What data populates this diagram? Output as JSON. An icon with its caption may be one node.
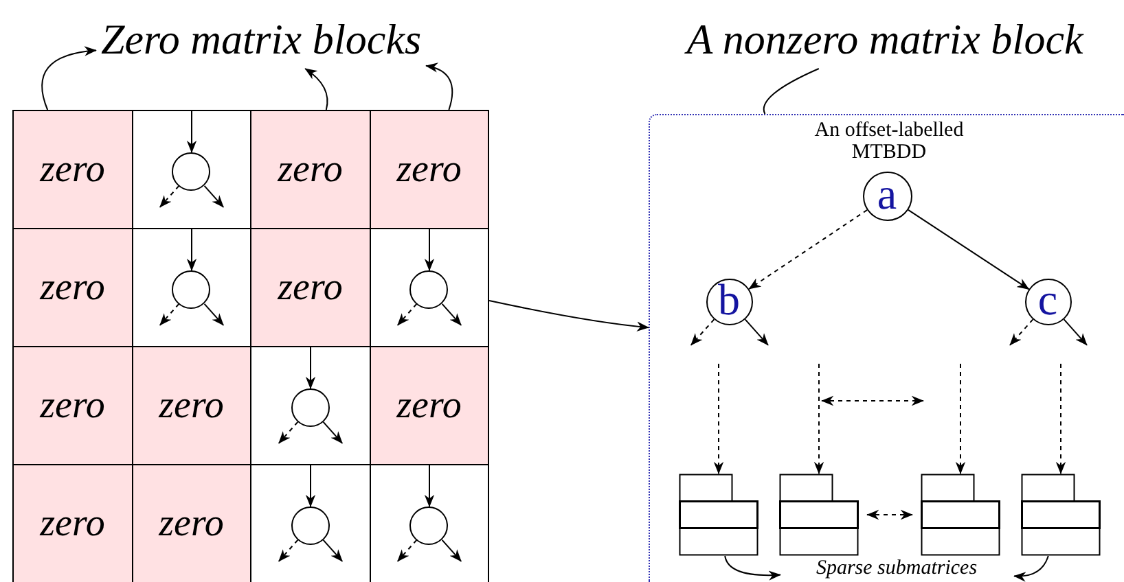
{
  "diagram": {
    "nodes": [
      {
        "text": [
          "Zero matrix blocks"
        ]
      },
      {
        "text": [
          "A nonzero matrix block"
        ]
      },
      {
        "text": [
          "zero"
        ]
      },
      {
        "text": [],
        "shape": "box"
      },
      {
        "text": [],
        "shape": "circle",
        "in": 3
      },
      {
        "text": [
          "zero"
        ]
      },
      {
        "text": [
          "zero"
        ]
      },
      {
        "text": [
          "zero"
        ]
      },
      {
        "text": [],
        "shape": "box"
      },
      {
        "text": [],
        "shape": "circle",
        "in": 8
      },
      {
        "text": [
          "zero"
        ]
      },
      {
        "text": [],
        "shape": "box"
      },
      {
        "text": [],
        "shape": "circle",
        "in": 11
      },
      {
        "text": [
          "zero"
        ]
      },
      {
        "text": [
          "zero"
        ]
      },
      {
        "text": [],
        "shape": "box"
      },
      {
        "text": [],
        "shape": "circle",
        "in": 15
      },
      {
        "text": [
          "zero"
        ]
      },
      {
        "text": [
          "zero"
        ]
      },
      {
        "text": [
          "zero"
        ]
      },
      {
        "text": [],
        "shape": "box"
      },
      {
        "text": [],
        "shape": "circle",
        "in": 20
      },
      {
        "text": [],
        "shape": "box"
      },
      {
        "text": [],
        "shape": "circle",
        "in": 22
      },
      {
        "text": [
          "An offset-labelled MTBDD"
        ]
      },
      {
        "text": [
          "a"
        ],
        "in": 24
      },
      {
        "text": [
          "b"
        ],
        "in": 24
      },
      {
        "text": [
          "c"
        ],
        "in": 24
      },
      {
        "text": [],
        "shape": "box",
        "in": 24
      },
      {
        "text": [],
        "shape": "box",
        "in": 24
      },
      {
        "text": [],
        "shape": "box",
        "in": 24
      },
      {
        "text": [],
        "shape": "box",
        "in": 24
      },
      {
        "text": [
          "Sparse submatrices"
        ],
        "in": 24
      }
    ],
    "edges": [
      {
        "from": 2,
        "to": 0,
        "arrow": "to"
      },
      {
        "from": 5,
        "to": 0,
        "arrow": "to"
      },
      {
        "from": 6,
        "to": 0,
        "arrow": "to"
      },
      {
        "from": 11,
        "to": 24,
        "arrow": "to"
      },
      {
        "from": 1,
        "to": 24,
        "arrow": "none"
      },
      {
        "from": 25,
        "to": 26,
        "arrow": "to",
        "style": "dashed"
      },
      {
        "from": 25,
        "to": 27,
        "arrow": "to"
      },
      {
        "from": 26,
        "to": null,
        "arrow": "to",
        "style": "dashed"
      },
      {
        "from": 26,
        "to": null,
        "arrow": "to"
      },
      {
        "from": 27,
        "to": null,
        "arrow": "to",
        "style": "dashed"
      },
      {
        "from": 27,
        "to": null,
        "arrow": "to"
      },
      {
        "from": null,
        "to": 28,
        "arrow": "to",
        "style": "dashed"
      },
      {
        "from": null,
        "to": 29,
        "arrow": "to",
        "style": "dashed"
      },
      {
        "from": null,
        "to": 30,
        "arrow": "to",
        "style": "dashed"
      },
      {
        "from": null,
        "to": 31,
        "arrow": "to",
        "style": "dashed"
      },
      {
        "from": 29,
        "to": 30,
        "arrow": "both",
        "style": "dashed"
      },
      {
        "from": 28,
        "to": 32,
        "arrow": "to"
      },
      {
        "from": 31,
        "to": 32,
        "arrow": "to"
      },
      {
        "from": 3,
        "to": 4,
        "arrow": "to"
      },
      {
        "from": 4,
        "to": null,
        "arrow": "to",
        "style": "dashed"
      },
      {
        "from": 4,
        "to": null,
        "arrow": "to"
      },
      {
        "from": 8,
        "to": 9,
        "arrow": "to"
      },
      {
        "from": 9,
        "to": null,
        "arrow": "to",
        "style": "dashed"
      },
      {
        "from": 9,
        "to": null,
        "arrow": "to"
      },
      {
        "from": 11,
        "to": 12,
        "arrow": "to"
      },
      {
        "from": 12,
        "to": null,
        "arrow": "to",
        "style": "dashed"
      },
      {
        "from": 12,
        "to": null,
        "arrow": "to"
      },
      {
        "from": 15,
        "to": 16,
        "arrow": "to"
      },
      {
        "from": 16,
        "to": null,
        "arrow": "to",
        "style": "dashed"
      },
      {
        "from": 16,
        "to": null,
        "arrow": "to"
      },
      {
        "from": 20,
        "to": 21,
        "arrow": "to"
      },
      {
        "from": 21,
        "to": null,
        "arrow": "to",
        "style": "dashed"
      },
      {
        "from": 21,
        "to": null,
        "arrow": "to"
      },
      {
        "from": 22,
        "to": 23,
        "arrow": "to"
      },
      {
        "from": 23,
        "to": null,
        "arrow": "to",
        "style": "dashed"
      },
      {
        "from": 23,
        "to": null,
        "arrow": "to"
      }
    ]
  }
}
